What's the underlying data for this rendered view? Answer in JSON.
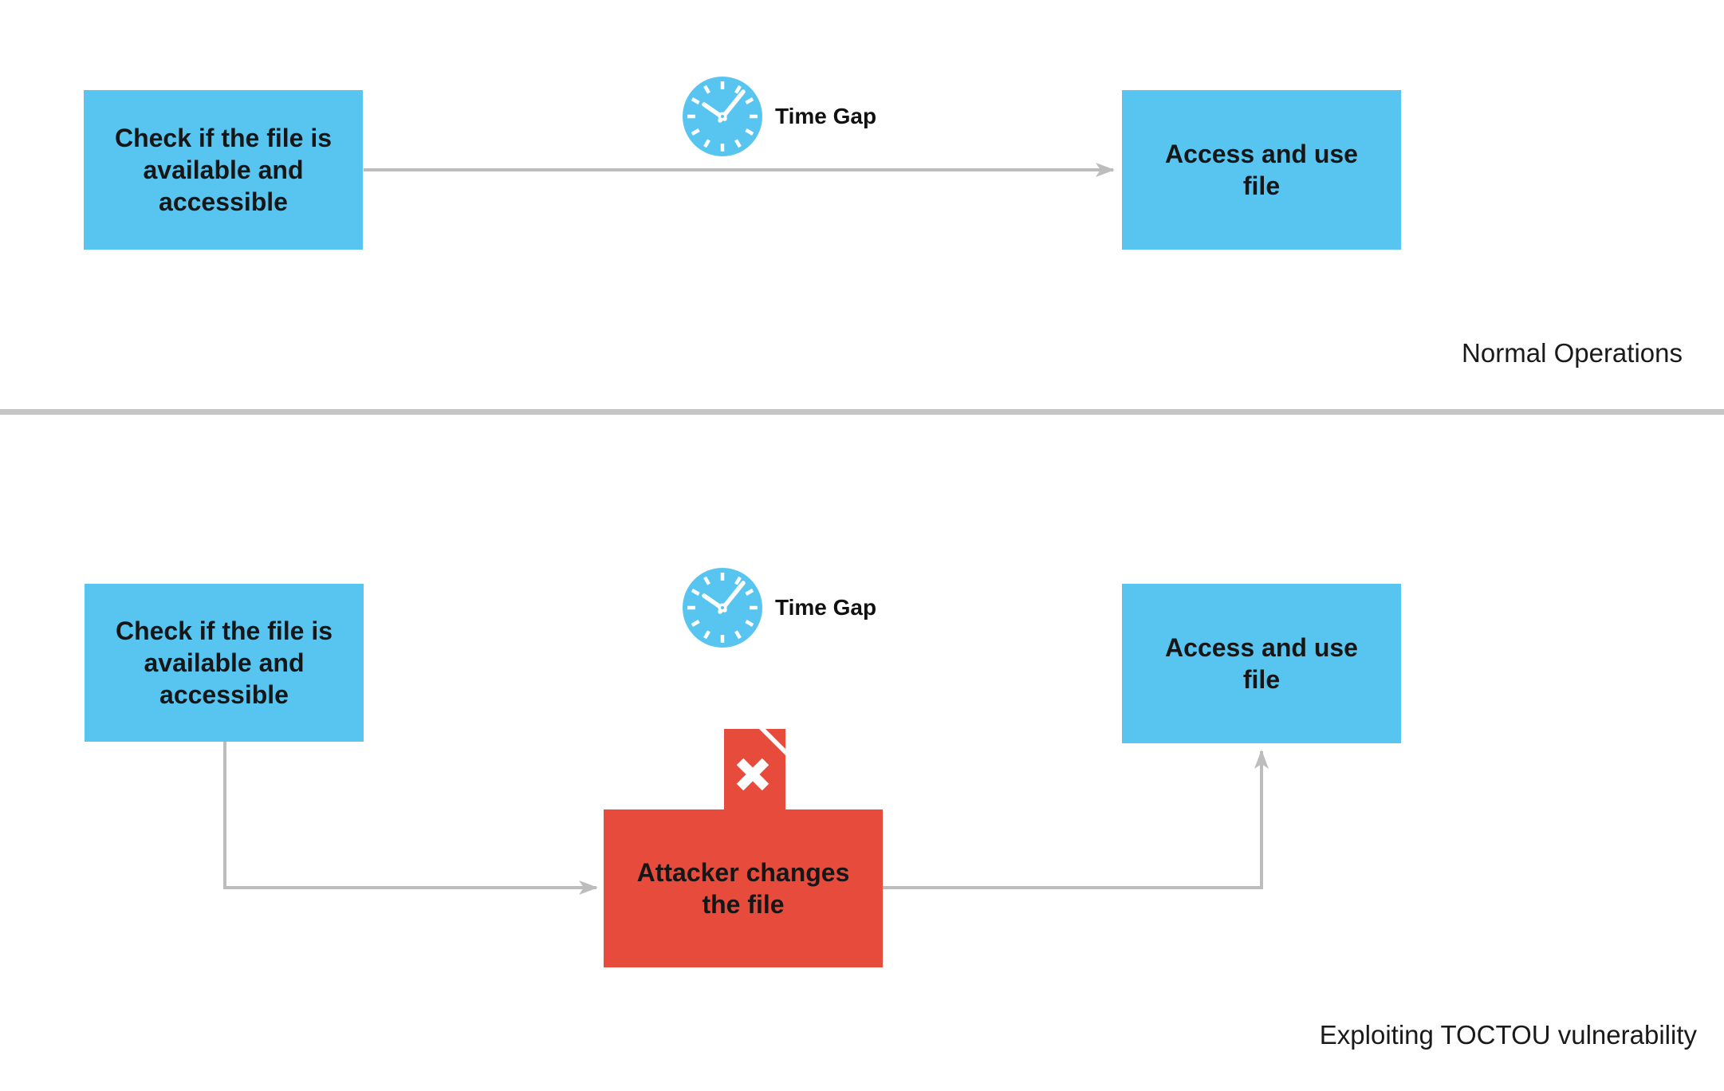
{
  "top_section": {
    "check_node": {
      "lines": [
        "Check if the file is",
        "available and",
        "accessible"
      ]
    },
    "time_gap_label": "Time Gap",
    "access_node": {
      "lines": [
        "Access and use",
        "file"
      ]
    },
    "caption": "Normal Operations"
  },
  "bottom_section": {
    "check_node": {
      "lines": [
        "Check if the file is",
        "available and",
        "accessible"
      ]
    },
    "time_gap_label": "Time Gap",
    "attacker_node": {
      "lines": [
        "Attacker changes",
        "the file"
      ]
    },
    "access_node": {
      "lines": [
        "Access and use",
        "file"
      ]
    },
    "caption": "Exploiting TOCTOU vulnerability"
  },
  "icons": {
    "clock": "clock-icon",
    "corrupted_file": "corrupted-file-icon",
    "arrow": "arrow-connector"
  },
  "colors": {
    "node_blue": "#58C4F0",
    "attacker_red": "#E64B3B",
    "connector_gray": "#BDBDBD",
    "divider_gray": "#C4C4C4",
    "text_black": "#161616"
  }
}
